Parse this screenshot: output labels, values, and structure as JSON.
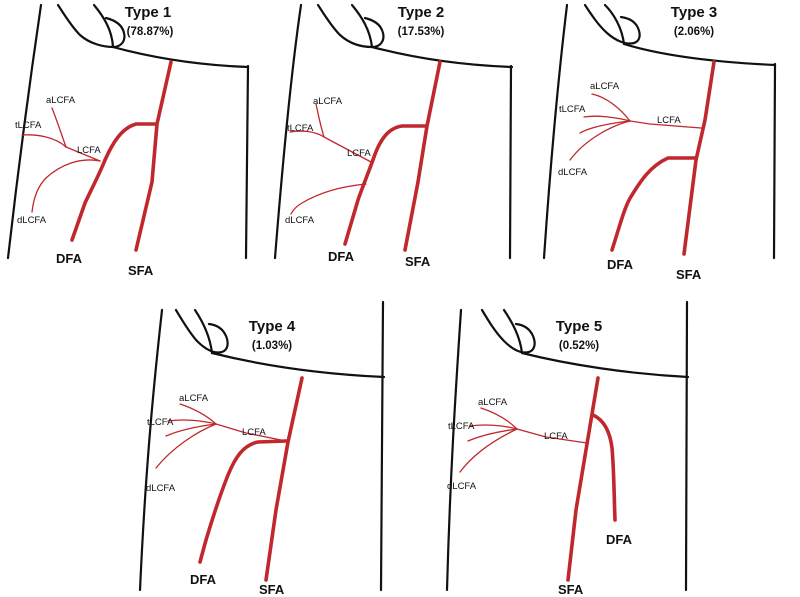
{
  "colors": {
    "artery": "#c0282d",
    "outline": "#111111",
    "background": "#ffffff"
  },
  "panels": [
    {
      "title": "Type 1",
      "percent": "(78.87%)",
      "labels": {
        "alcfa": "aLCFA",
        "tlcfa": "tLCFA",
        "lcfa": "LCFA",
        "dlcfa": "dLCFA",
        "dfa": "DFA",
        "sfa": "SFA"
      }
    },
    {
      "title": "Type 2",
      "percent": "(17.53%)",
      "labels": {
        "alcfa": "aLCFA",
        "tlcfa": "tLCFA",
        "lcfa": "LCFA",
        "dlcfa": "dLCFA",
        "dfa": "DFA",
        "sfa": "SFA"
      }
    },
    {
      "title": "Type 3",
      "percent": "(2.06%)",
      "labels": {
        "alcfa": "aLCFA",
        "tlcfa": "tLCFA",
        "lcfa": "LCFA",
        "dlcfa": "dLCFA",
        "dfa": "DFA",
        "sfa": "SFA"
      }
    },
    {
      "title": "Type 4",
      "percent": "(1.03%)",
      "labels": {
        "alcfa": "aLCFA",
        "tlcfa": "tLCFA",
        "lcfa": "LCFA",
        "dlcfa": "dLCFA",
        "dfa": "DFA",
        "sfa": "SFA"
      }
    },
    {
      "title": "Type 5",
      "percent": "(0.52%)",
      "labels": {
        "alcfa": "aLCFA",
        "tlcfa": "tLCFA",
        "lcfa": "LCFA",
        "dlcfa": "dLCFA",
        "dfa": "DFA",
        "sfa": "SFA"
      }
    }
  ]
}
